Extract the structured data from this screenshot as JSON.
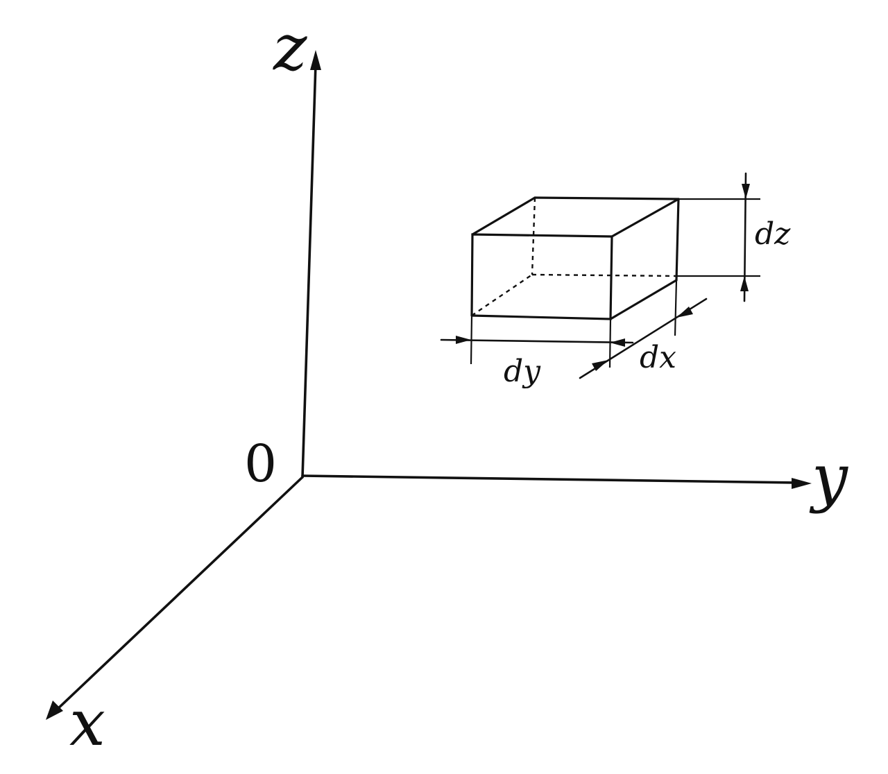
{
  "axes": {
    "z_label": "z",
    "y_label": "y",
    "x_label": "x",
    "origin_label": "0"
  },
  "dimensions": {
    "dx_label": "dx",
    "dy_label": "dy",
    "dz_label": "dz"
  }
}
